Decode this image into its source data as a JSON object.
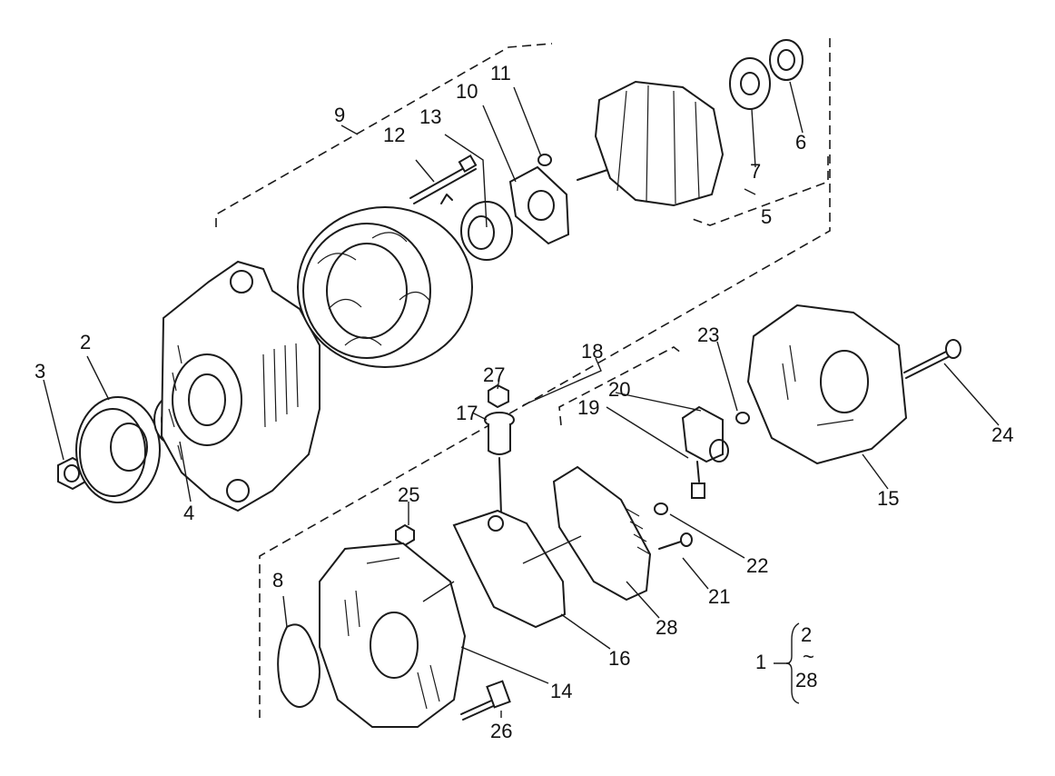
{
  "callouts": {
    "c1": "1",
    "c2": "2",
    "c3": "3",
    "c4": "4",
    "c5": "5",
    "c6": "6",
    "c7": "7",
    "c8": "8",
    "c9": "9",
    "c10": "10",
    "c11": "11",
    "c12": "12",
    "c13": "13",
    "c14": "14",
    "c15": "15",
    "c16": "16",
    "c17": "17",
    "c18": "18",
    "c19": "19",
    "c20": "20",
    "c21": "21",
    "c22": "22",
    "c23": "23",
    "c24": "24",
    "c25": "25",
    "c26": "26",
    "c27": "27",
    "c28": "28"
  },
  "range_note": {
    "from": "2",
    "separator": "~",
    "to": "28"
  }
}
